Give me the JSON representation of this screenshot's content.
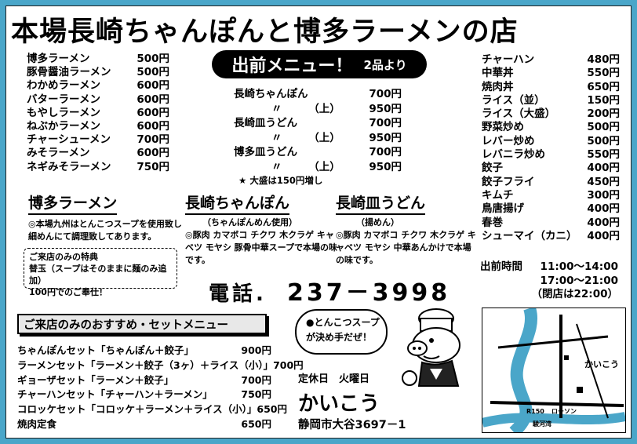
{
  "title": "本場長崎ちゃんぽんと博多ラーメンの店",
  "left_menu": [
    {
      "name": "博多ラーメン",
      "price": "500円"
    },
    {
      "name": "豚骨醤油ラーメン",
      "price": "500円"
    },
    {
      "name": "わかめラーメン",
      "price": "600円"
    },
    {
      "name": "バターラーメン",
      "price": "600円"
    },
    {
      "name": "もやしラーメン",
      "price": "600円"
    },
    {
      "name": "ねぶかラーメン",
      "price": "600円"
    },
    {
      "name": "チャーシューメン",
      "price": "700円"
    },
    {
      "name": "みそラーメン",
      "price": "600円"
    },
    {
      "name": "ネギみそラーメン",
      "price": "750円"
    }
  ],
  "delivery": {
    "title": "出前メニュー！",
    "minimum": "2品より"
  },
  "center_menu": [
    {
      "name": "長崎ちゃんぽん",
      "price": "700円"
    },
    {
      "name": "〃　　　（上）",
      "price": "950円"
    },
    {
      "name": "長崎皿うどん",
      "price": "700円"
    },
    {
      "name": "〃　　　（上）",
      "price": "950円"
    },
    {
      "name": "博多皿うどん",
      "price": "700円"
    },
    {
      "name": "〃　　　（上）",
      "price": "950円"
    }
  ],
  "center_note": "★ 大盛は150円増し",
  "right_menu": [
    {
      "name": "チャーハン",
      "price": "480円"
    },
    {
      "name": "中華丼",
      "price": "550円"
    },
    {
      "name": "焼肉丼",
      "price": "650円"
    },
    {
      "name": "ライス（並）",
      "price": "150円"
    },
    {
      "name": "ライス（大盛）",
      "price": "200円"
    },
    {
      "name": "野菜炒め",
      "price": "500円"
    },
    {
      "name": "レバー炒め",
      "price": "500円"
    },
    {
      "name": "レバニラ炒め",
      "price": "550円"
    },
    {
      "name": "餃子",
      "price": "400円"
    },
    {
      "name": "餃子フライ",
      "price": "450円"
    },
    {
      "name": "キムチ",
      "price": "300円"
    },
    {
      "name": "鳥唐揚げ",
      "price": "400円"
    },
    {
      "name": "春巻",
      "price": "400円"
    },
    {
      "name": "シューマイ（カニ）",
      "price": "400円"
    }
  ],
  "hours": {
    "label": "出前時間",
    "slot1": "11:00～14:00",
    "slot2": "17:00～21:00",
    "closing": "（閉店は22:00）"
  },
  "hakata": {
    "title": "博多ラーメン",
    "desc": "◎本場九州はとんこつスープを使用致し細めんにて調理致してあります。"
  },
  "bonus": {
    "title": "ご来店のみの特典",
    "line1": "替玉（スープはそのままに麺のみ追加）",
    "line2": "100円でのご奉仕！"
  },
  "chanpon": {
    "title": "長崎ちゃんぽん",
    "sub": "（ちゃんぽんめん使用）",
    "desc": "◎豚肉 カマボコ チクワ 木クラゲ キャベツ モヤシ 豚骨中華スープで本場の味です。"
  },
  "saraudon": {
    "title": "長崎皿うどん",
    "sub": "（揚めん）",
    "desc": "◎豚肉 カマボコ チクワ 木クラゲ キャベツ モヤシ 中華あんかけで本場の味です。"
  },
  "phone": {
    "label": "電話.",
    "number": "237－3998"
  },
  "set_menu": {
    "title": "ご来店のみのおすすめ・セットメニュー",
    "items": [
      {
        "name": "ちゃんぽんセット「ちゃんぽん＋餃子」",
        "price": "900円"
      },
      {
        "name": "ラーメンセット「ラーメン＋餃子（3ヶ）＋ライス（小）」",
        "price": "700円"
      },
      {
        "name": "ギョーザセット「ラーメン＋餃子」",
        "price": "700円"
      },
      {
        "name": "チャーハンセット「チャーハン＋ラーメン」",
        "price": "750円"
      },
      {
        "name": "コロッケセット「コロッケ＋ラーメン＋ライス（小）」",
        "price": "650円"
      },
      {
        "name": "焼肉定食",
        "price": "650円"
      }
    ]
  },
  "mascot": {
    "line1": "●とんこつスープ",
    "line2": "が決め手だぜ！"
  },
  "shop": {
    "closed": "定休日　火曜日",
    "name": "かいこう",
    "address": "静岡市大谷3697－1"
  },
  "map": {
    "shop": "かいこう",
    "route": "R150",
    "lawson": "ローソン",
    "bay": "駿河湾"
  },
  "colors": {
    "background": "#4aa6c9",
    "text": "#000000"
  }
}
